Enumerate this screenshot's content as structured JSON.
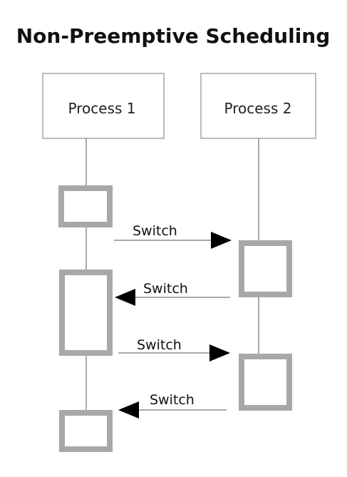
{
  "title": "Non-Preemptive Scheduling",
  "participants": [
    {
      "label": "Process 1"
    },
    {
      "label": "Process 2"
    }
  ],
  "messages": [
    {
      "label": "Switch",
      "from": "Process 1",
      "to": "Process 2"
    },
    {
      "label": "Switch",
      "from": "Process 2",
      "to": "Process 1"
    },
    {
      "label": "Switch",
      "from": "Process 1",
      "to": "Process 2"
    },
    {
      "label": "Switch",
      "from": "Process 2",
      "to": "Process 1"
    }
  ],
  "colors": {
    "activation_border": "#a8a8a8",
    "line": "#555555",
    "arrowhead": "#000000",
    "box_border": "#777777"
  }
}
